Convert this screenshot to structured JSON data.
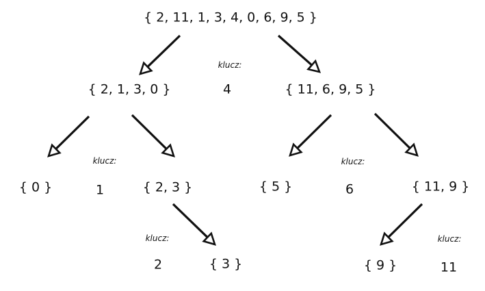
{
  "colors": {
    "ink": "#111111",
    "background": "#ffffff"
  },
  "key_label": "klucz:",
  "sets": {
    "root": "{ 2, 11, 1, 3, 4, 0, 6, 9, 5 }",
    "left": "{ 2, 1, 3, 0 }",
    "right": "{ 11, 6, 9, 5 }",
    "left_left": "{ 0 }",
    "left_right": "{ 2, 3 }",
    "right_left": "{ 5 }",
    "right_right": "{ 11, 9 }",
    "lr_right": "{ 3 }",
    "rr_left": "{ 9 }"
  },
  "keys": {
    "root": "4",
    "left": "1",
    "right": "6",
    "left_right": "2",
    "right_right": "11"
  }
}
